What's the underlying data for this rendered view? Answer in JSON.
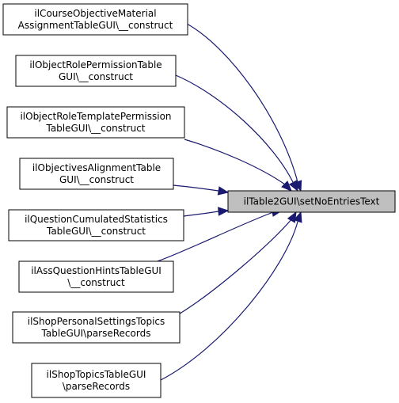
{
  "target": {
    "label": "ilTable2GUI\\setNoEntriesText",
    "fill": "#bfbfbf"
  },
  "callers": [
    {
      "lines": [
        "ilCourseObjectiveMaterial",
        "AssignmentTableGUI\\__construct"
      ]
    },
    {
      "lines": [
        "ilObjectRolePermissionTable",
        "GUI\\__construct"
      ]
    },
    {
      "lines": [
        "ilObjectRoleTemplatePermission",
        "TableGUI\\__construct"
      ]
    },
    {
      "lines": [
        "ilObjectivesAlignmentTable",
        "GUI\\__construct"
      ]
    },
    {
      "lines": [
        "ilQuestionCumulatedStatistics",
        "TableGUI\\__construct"
      ]
    },
    {
      "lines": [
        "ilAssQuestionHintsTableGUI",
        "\\__construct"
      ]
    },
    {
      "lines": [
        "ilShopPersonalSettingsTopics",
        "TableGUI\\parseRecords"
      ]
    },
    {
      "lines": [
        "ilShopTopicsTableGUI",
        "\\parseRecords"
      ]
    }
  ],
  "colors": {
    "edge": "#191970",
    "box_stroke": "#000000",
    "box_fill": "#ffffff"
  }
}
